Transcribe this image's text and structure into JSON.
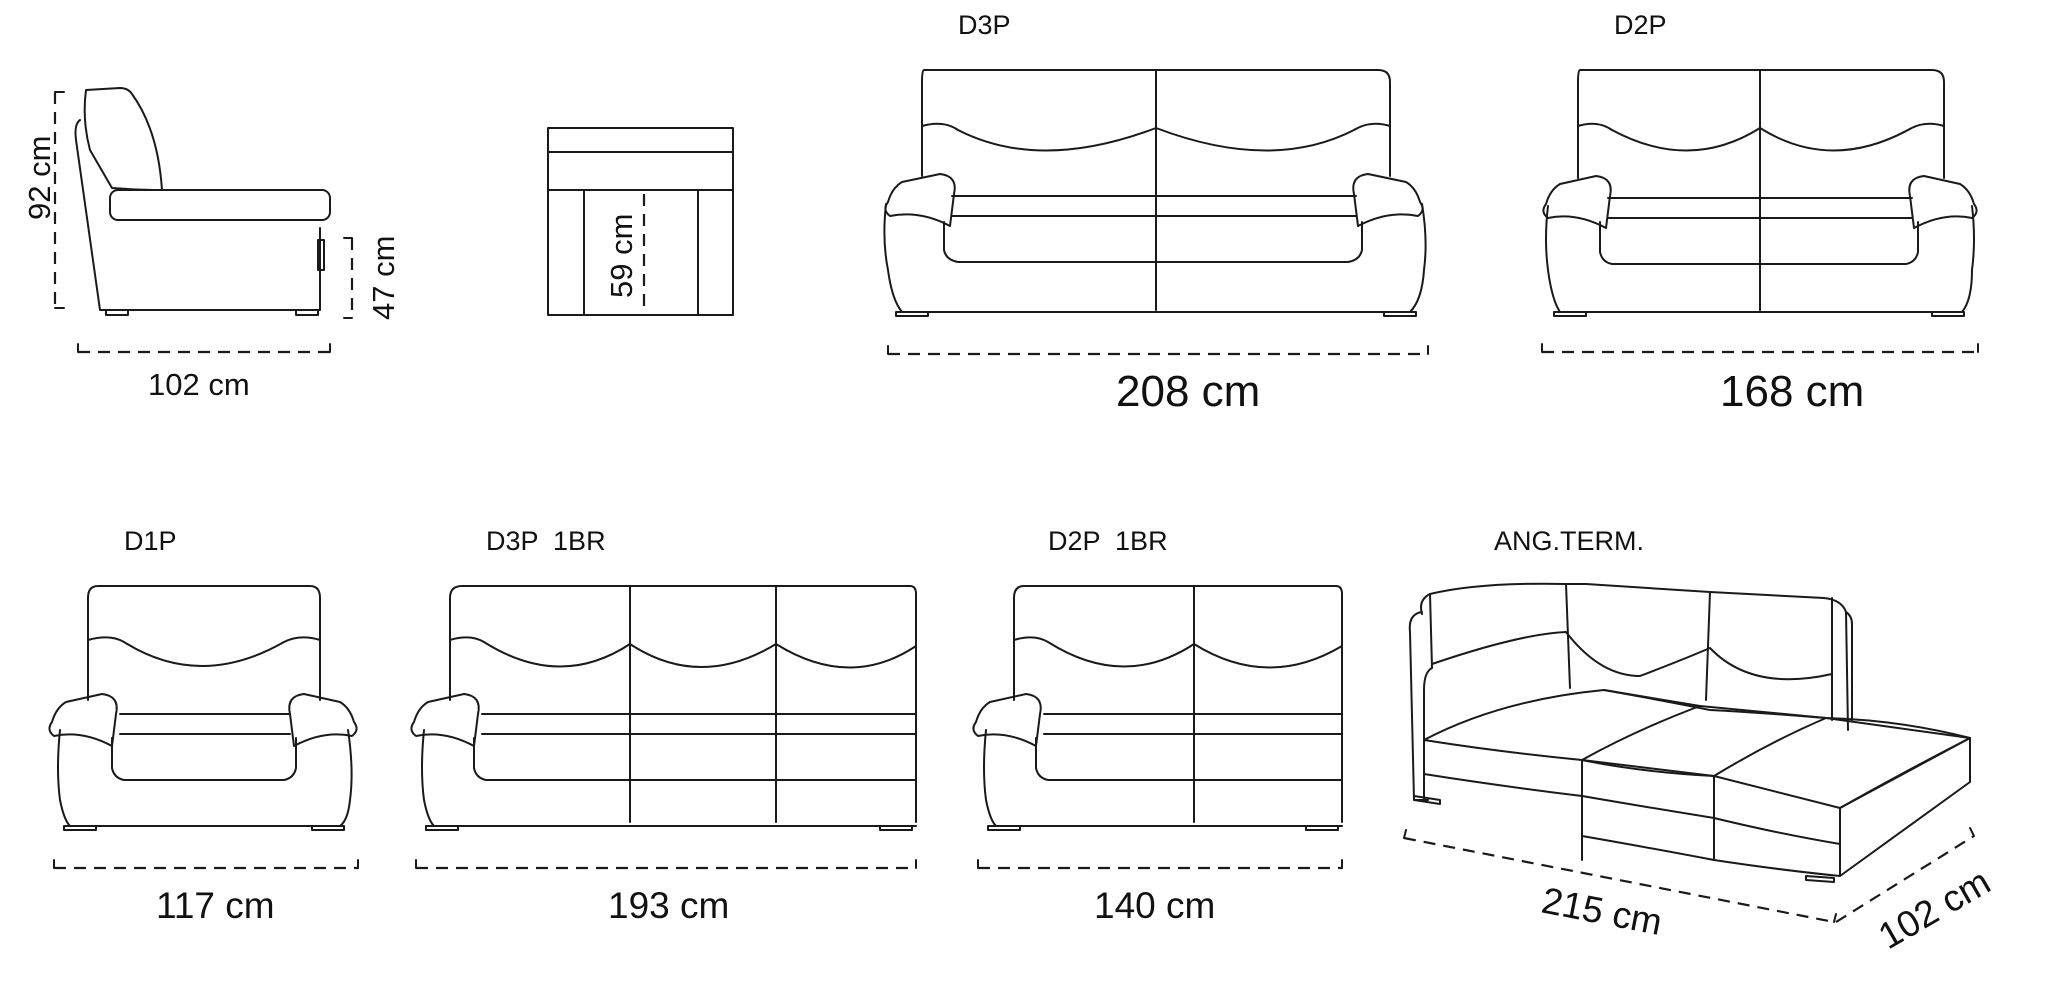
{
  "models": {
    "side_view": {
      "height": "92 cm",
      "seat_height": "47 cm",
      "depth": "102 cm"
    },
    "seat_view": {
      "seat_depth": "59 cm"
    },
    "d3p": {
      "code": "D3P",
      "width": "208 cm"
    },
    "d2p": {
      "code": "D2P",
      "width": "168 cm"
    },
    "d1p": {
      "code": "D1P",
      "width": "117 cm"
    },
    "d3p_1br": {
      "code": "D3P  1BR",
      "width": "193 cm"
    },
    "d2p_1br": {
      "code": "D2P  1BR",
      "width": "140 cm"
    },
    "ang_term": {
      "code": "ANG.TERM.",
      "width": "215 cm",
      "depth": "102 cm"
    }
  }
}
